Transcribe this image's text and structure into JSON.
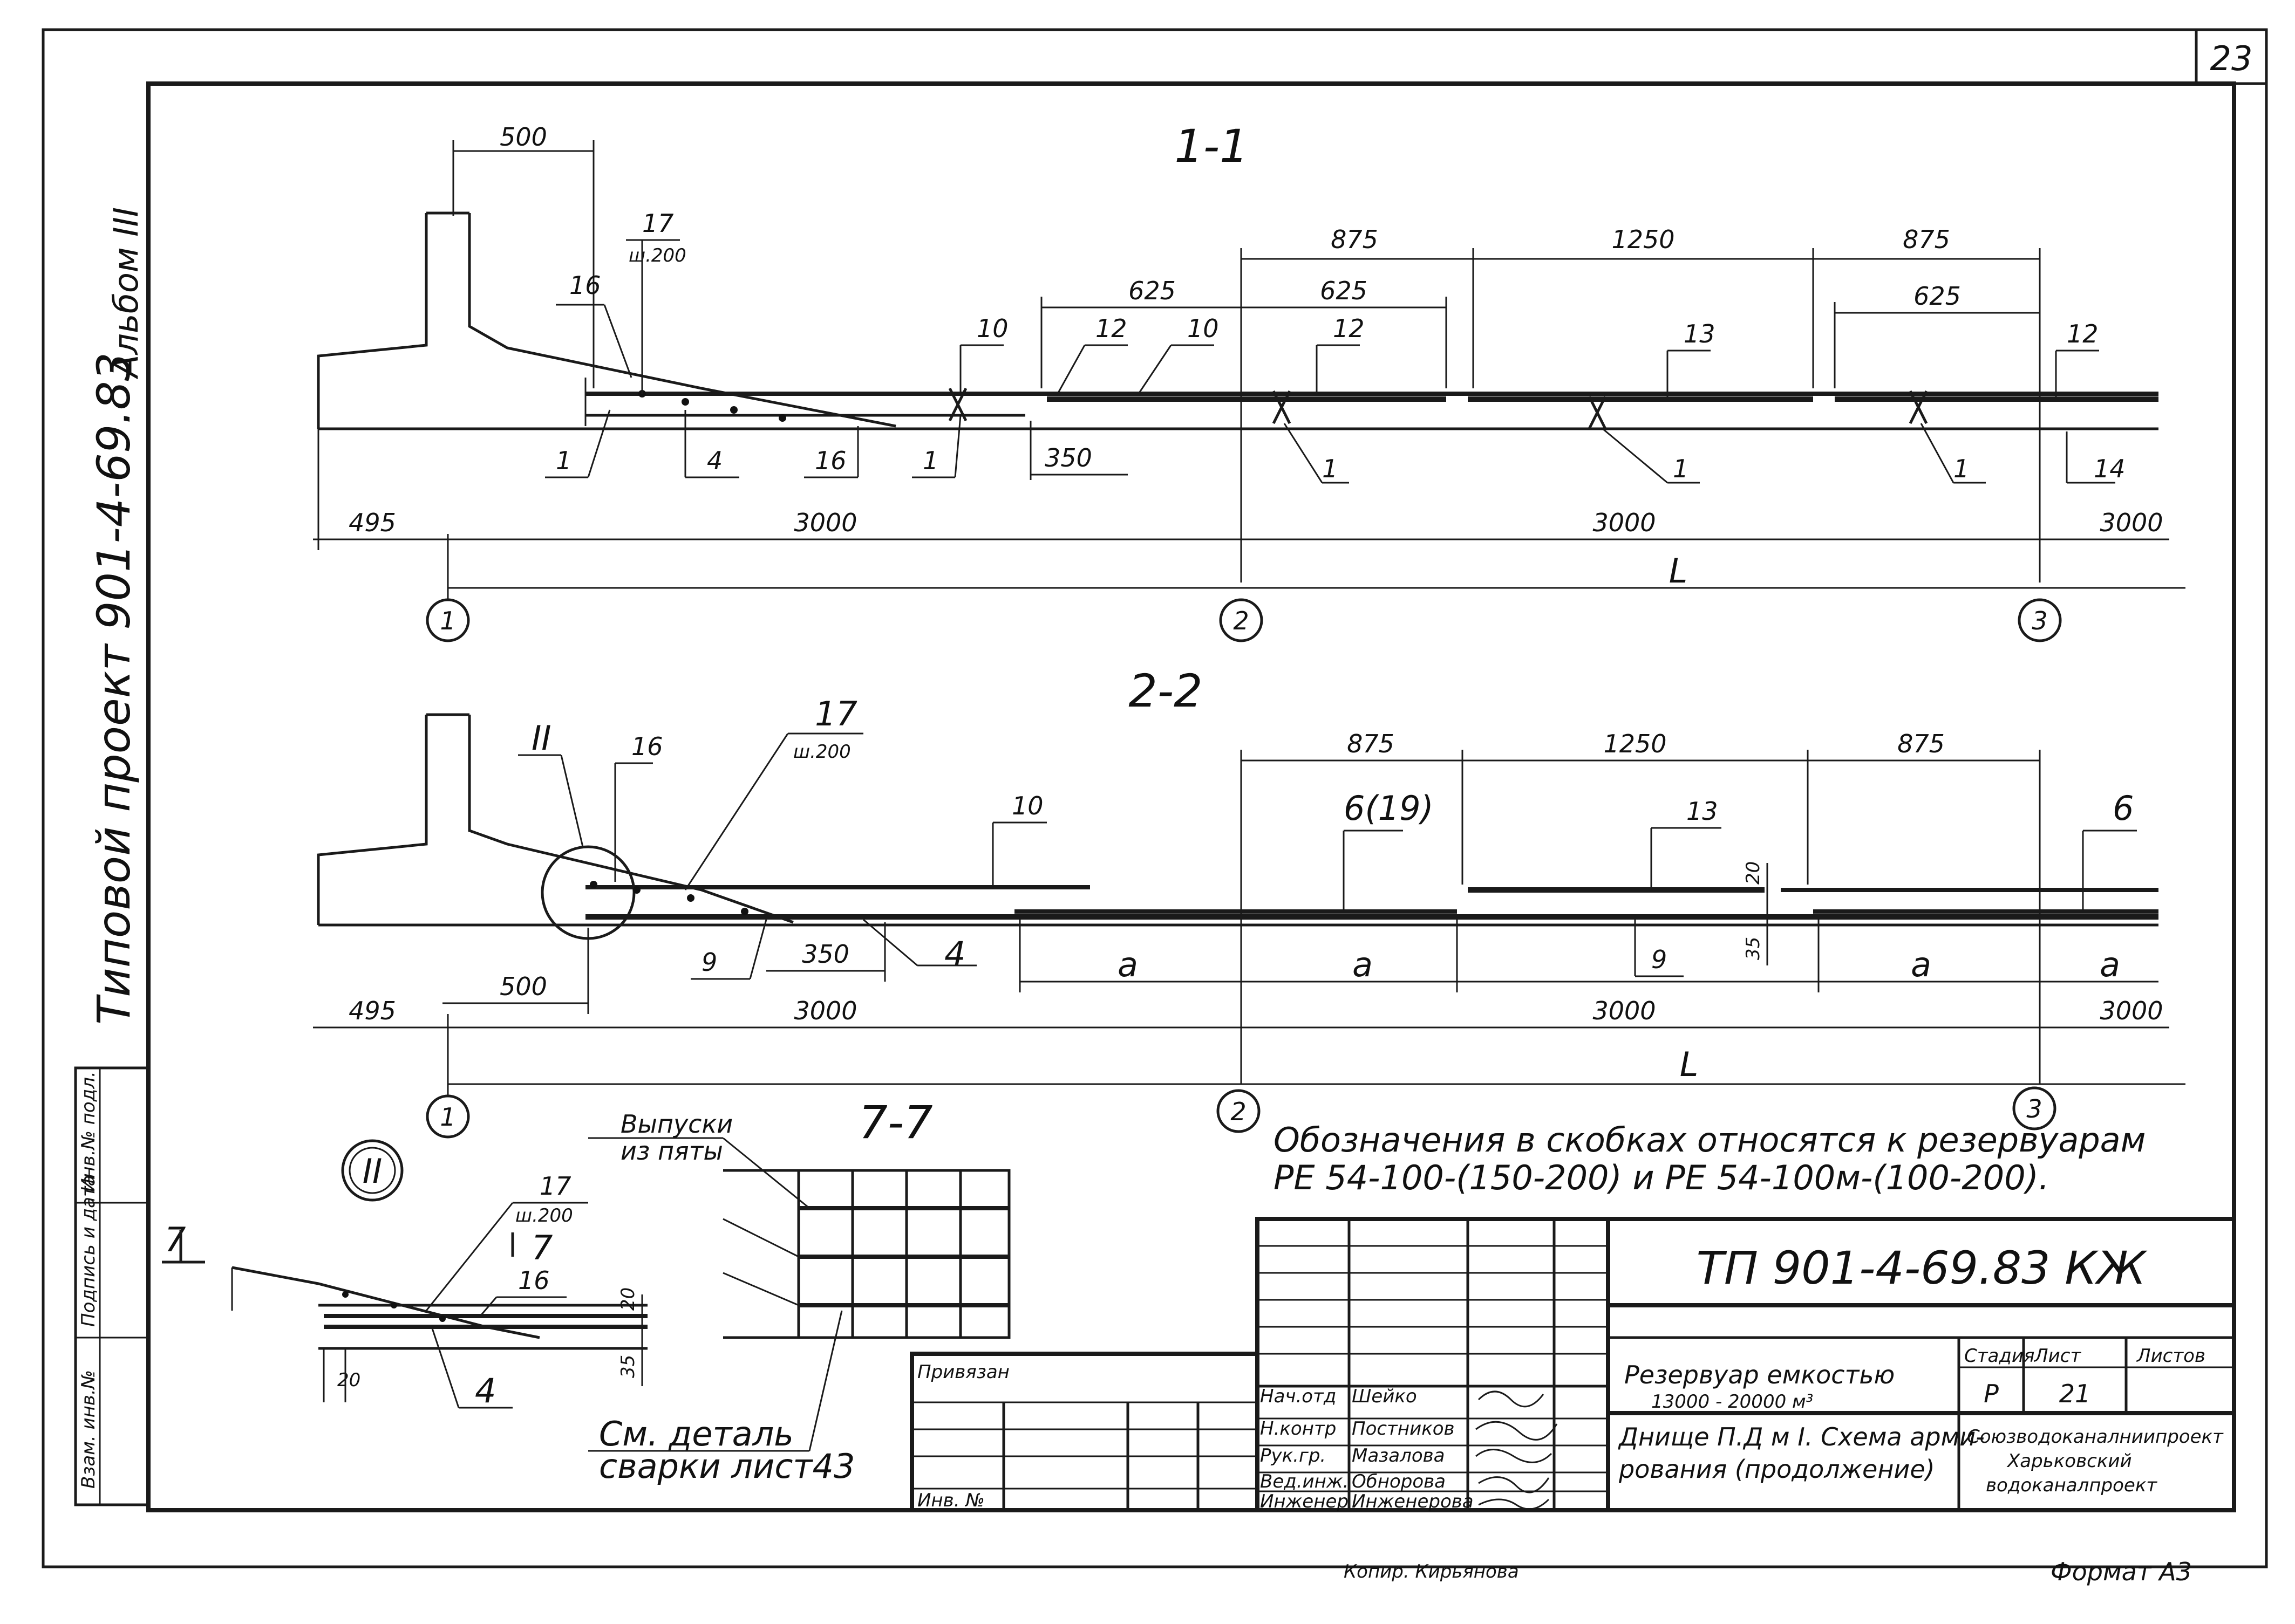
{
  "sheet_number": "23",
  "side_album": "Альбом III",
  "side_project": "Типовой проект 901-4-69.83",
  "section_1": {
    "title": "1-1",
    "dims_top": [
      "500",
      "875",
      "1250",
      "875",
      "625",
      "625",
      "625"
    ],
    "labels": [
      "17",
      "ш.200",
      "16",
      "10",
      "12",
      "10",
      "12",
      "13",
      "12",
      "1",
      "4",
      "16",
      "1",
      "350",
      "1",
      "1",
      "1",
      "14"
    ],
    "dims_bottom": [
      "495",
      "3000",
      "3000",
      "3000",
      "L"
    ],
    "axes": [
      "1",
      "2",
      "3"
    ]
  },
  "section_2": {
    "title": "2-2",
    "dims_top": [
      "875",
      "1250",
      "875"
    ],
    "labels": [
      "II",
      "16",
      "17",
      "ш.200",
      "10",
      "6(19)",
      "13",
      "6",
      "20",
      "35",
      "9",
      "350",
      "4",
      "9"
    ],
    "a_labels": [
      "a",
      "a",
      "a",
      "a"
    ],
    "dims_bottom": [
      "495",
      "500",
      "3000",
      "3000",
      "3000",
      "L"
    ],
    "axes": [
      "1",
      "2",
      "3"
    ]
  },
  "detail_II": {
    "callout": "II",
    "labels": [
      "17",
      "ш.200",
      "7",
      "7",
      "16",
      "20",
      "35",
      "20",
      "4"
    ]
  },
  "section_7": {
    "title": "7-7",
    "note_top": [
      "Выпуски",
      "из пяты"
    ],
    "note_bottom": [
      "См. деталь",
      "сварки лист43"
    ]
  },
  "note": [
    "Обозначения в скобках относятся к резервуарам",
    "РЕ 54-100-(150-200) и РЕ 54-100м-(100-200)."
  ],
  "title_block": {
    "code": "ТП 901-4-69.83 КЖ",
    "privyazan": "Привязан",
    "inv": "Инв. №",
    "roles": [
      "Нач.отд",
      "Н.контр",
      "Рук.гр.",
      "Вед.инж.",
      "Инженер"
    ],
    "names": [
      "Шейко",
      "Постников",
      "Мазалова",
      "Обнорова",
      "Инженерова"
    ],
    "title_line1": "Резервуар емкостью",
    "title_line2": "13000 - 20000 м³",
    "title_line3": "Днище П.Д м І. Схема арми-",
    "title_line4": "рования (продолжение)",
    "stage_hdr": "Стадия",
    "sheet_hdr": "Лист",
    "sheets_hdr": "Листов",
    "stage": "Р",
    "sheet": "21",
    "org": [
      "Союзводоканалниипроект",
      "Харьковский",
      "водоканалпроект"
    ]
  },
  "footer": {
    "copied": "Копир. Кирьянова",
    "format": "Формат А3"
  },
  "side_stamp": [
    "Инв.№ подл.",
    "Подпись и дата",
    "Взам. инв.№"
  ]
}
